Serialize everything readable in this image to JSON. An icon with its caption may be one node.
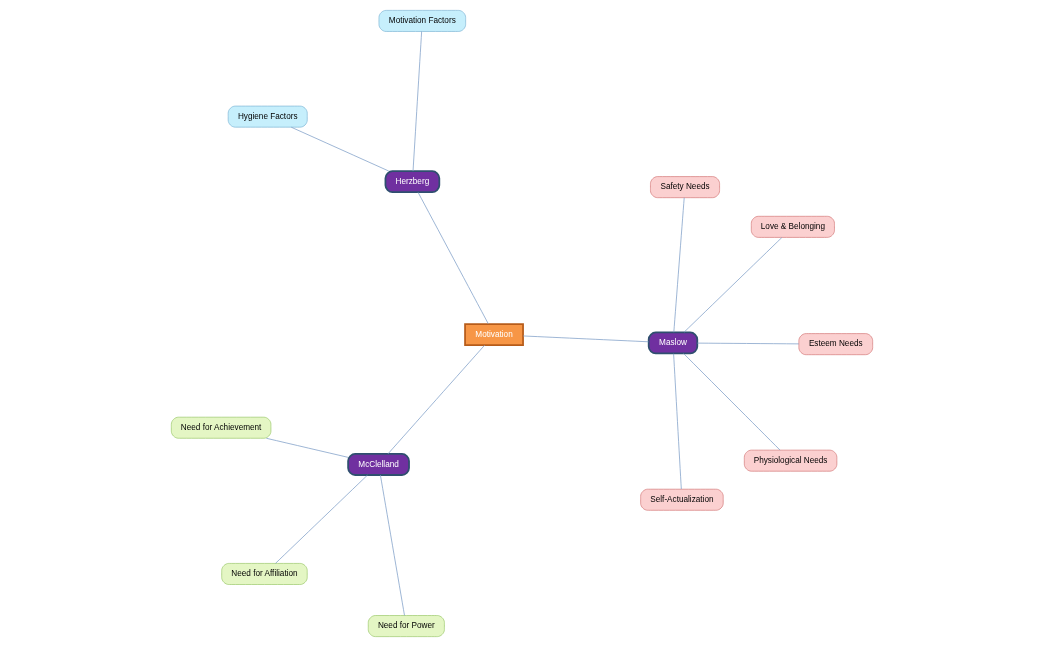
{
  "diagram": {
    "nodes": [
      {
        "text": [
          "Motivation"
        ]
      },
      {
        "text": [
          "Herzberg"
        ]
      },
      {
        "text": [
          "Hygiene Factors"
        ]
      },
      {
        "text": [
          "Motivation Factors"
        ]
      },
      {
        "text": [
          "McClelland"
        ]
      },
      {
        "text": [
          "Need for Achievement"
        ]
      },
      {
        "text": [
          "Need for Affiliation"
        ]
      },
      {
        "text": [
          "Need for Power"
        ]
      },
      {
        "text": [
          "Maslow"
        ]
      },
      {
        "text": [
          "Physiological Needs"
        ]
      },
      {
        "text": [
          "Self-Actualization"
        ]
      },
      {
        "text": [
          "Safety Needs"
        ]
      },
      {
        "text": [
          "Esteem Needs"
        ]
      },
      {
        "text": [
          "Love & Belonging"
        ]
      }
    ],
    "edges": [
      {
        "from": 0,
        "to": 1,
        "arrow": "none"
      },
      {
        "from": 1,
        "to": 2,
        "arrow": "none"
      },
      {
        "from": 1,
        "to": 3,
        "arrow": "none"
      },
      {
        "from": 0,
        "to": 4,
        "arrow": "none"
      },
      {
        "from": 4,
        "to": 5,
        "arrow": "none"
      },
      {
        "from": 4,
        "to": 6,
        "arrow": "none"
      },
      {
        "from": 4,
        "to": 7,
        "arrow": "none"
      },
      {
        "from": 0,
        "to": 8,
        "arrow": "none"
      },
      {
        "from": 8,
        "to": 9,
        "arrow": "none"
      },
      {
        "from": 8,
        "to": 10,
        "arrow": "none"
      },
      {
        "from": 8,
        "to": 11,
        "arrow": "none"
      },
      {
        "from": 8,
        "to": 12,
        "arrow": "none"
      },
      {
        "from": 8,
        "to": 13,
        "arrow": "none"
      }
    ]
  }
}
